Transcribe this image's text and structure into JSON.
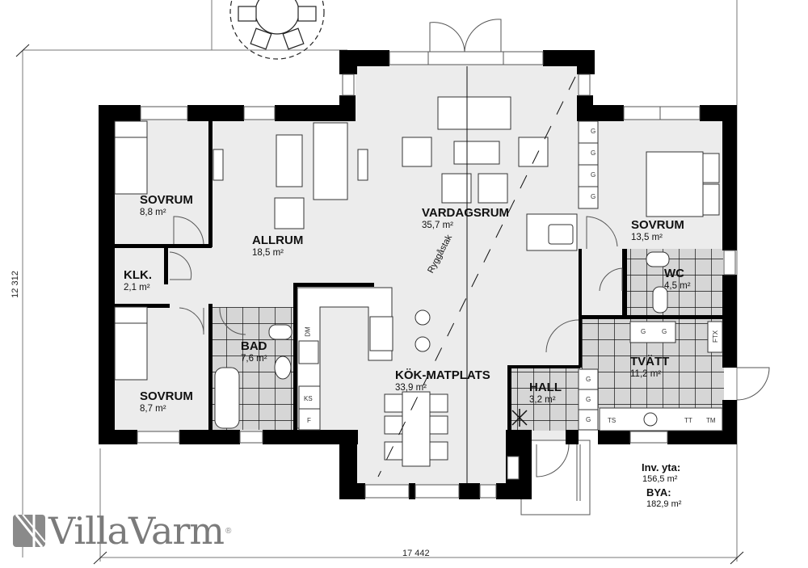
{
  "brand": {
    "name": "VillaVarm",
    "registered_mark": "®",
    "logo_color": "#7b7b7b"
  },
  "colors": {
    "wall": "#000000",
    "floor": "#ececec",
    "tile_floor": "#d4d4d4",
    "furniture": "#ffffff",
    "line": "#555555"
  },
  "dimensions": {
    "height": "12 312",
    "width": "17 442"
  },
  "rooms": [
    {
      "id": "sovrum-1",
      "name": "SOVRUM",
      "area": "8,8 m²"
    },
    {
      "id": "allrum",
      "name": "ALLRUM",
      "area": "18,5 m²"
    },
    {
      "id": "klk",
      "name": "KLK.",
      "area": "2,1 m²"
    },
    {
      "id": "vardagsrum",
      "name": "VARDAGSRUM",
      "area": "35,7 m²"
    },
    {
      "id": "sovrum-master",
      "name": "SOVRUM",
      "area": "13,5 m²"
    },
    {
      "id": "wc",
      "name": "WC",
      "area": "4,5 m²"
    },
    {
      "id": "bad",
      "name": "BAD",
      "area": "7,6 m²"
    },
    {
      "id": "kok-matplats",
      "name": "KÖK-MATPLATS",
      "area": "33,9 m²"
    },
    {
      "id": "hall",
      "name": "HALL",
      "area": "3,2 m²"
    },
    {
      "id": "tvatt",
      "name": "TVÄTT",
      "area": "11,2 m²"
    },
    {
      "id": "sovrum-2",
      "name": "SOVRUM",
      "area": "8,7 m²"
    }
  ],
  "annotations": {
    "ridge": "Ryggåstak",
    "wardrobe": "G",
    "fridge_freezer": "KS",
    "freezer": "F",
    "dishwasher": "DM",
    "dryer": "TS",
    "drying_cabinet": "TT",
    "washing_machine": "TM",
    "ventilation": "FTX"
  },
  "totals": {
    "living_area_label": "Inv. yta:",
    "living_area": "156,5 m²",
    "building_area_label": "BYA:",
    "building_area": "182,9 m²"
  }
}
